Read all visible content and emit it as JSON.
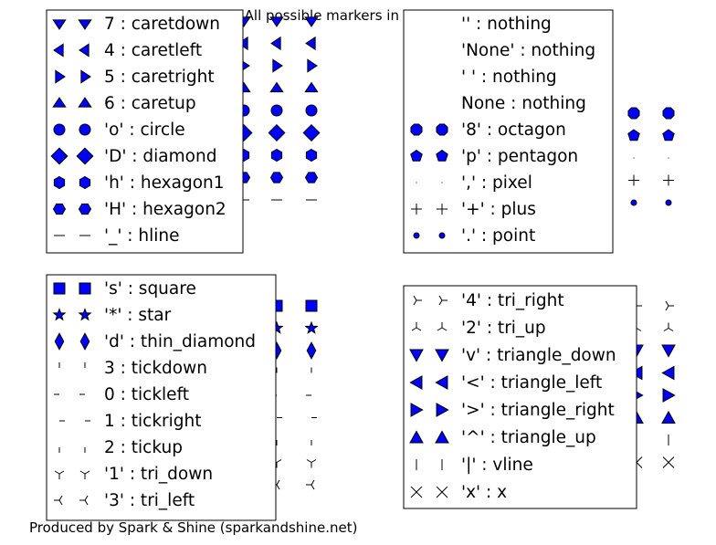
{
  "chart_data": {
    "type": "scatter",
    "title": "All possible markers in Matplotlib",
    "footer": "Produced by Spark & Shine (sparkandshine.net)",
    "marker_fill": "#0000ff",
    "marker_edge": "#000000",
    "panels": [
      {
        "name": "top-left",
        "markers": [
          {
            "key": "caretdown",
            "label": "7 : caretdown"
          },
          {
            "key": "caretleft",
            "label": "4 : caretleft"
          },
          {
            "key": "caretright",
            "label": "5 : caretright"
          },
          {
            "key": "caretup",
            "label": "6 : caretup"
          },
          {
            "key": "circle",
            "label": "'o' : circle"
          },
          {
            "key": "diamond",
            "label": "'D' : diamond"
          },
          {
            "key": "hexagon1",
            "label": "'h' : hexagon1"
          },
          {
            "key": "hexagon2",
            "label": "'H' : hexagon2"
          },
          {
            "key": "hline",
            "label": "'_' : hline"
          }
        ]
      },
      {
        "name": "top-right",
        "markers": [
          {
            "key": "nothing",
            "label": "'' : nothing"
          },
          {
            "key": "nothing",
            "label": "'None' : nothing"
          },
          {
            "key": "nothing",
            "label": "' ' : nothing"
          },
          {
            "key": "nothing",
            "label": "None : nothing"
          },
          {
            "key": "octagon",
            "label": "'8' : octagon"
          },
          {
            "key": "pentagon",
            "label": "'p' : pentagon"
          },
          {
            "key": "pixel",
            "label": "',' : pixel"
          },
          {
            "key": "plus",
            "label": "'+' : plus"
          },
          {
            "key": "point",
            "label": "'.' : point"
          }
        ]
      },
      {
        "name": "bottom-left",
        "markers": [
          {
            "key": "square",
            "label": "'s' : square"
          },
          {
            "key": "star",
            "label": "'*' : star"
          },
          {
            "key": "thin_diamond",
            "label": "'d' : thin_diamond"
          },
          {
            "key": "tickdown",
            "label": "3 : tickdown"
          },
          {
            "key": "tickleft",
            "label": "0 : tickleft"
          },
          {
            "key": "tickright",
            "label": "1 : tickright"
          },
          {
            "key": "tickup",
            "label": "2 : tickup"
          },
          {
            "key": "tri_down",
            "label": "'1' : tri_down"
          },
          {
            "key": "tri_left",
            "label": "'3' : tri_left"
          }
        ]
      },
      {
        "name": "bottom-right",
        "markers": [
          {
            "key": "tri_right",
            "label": "'4' : tri_right"
          },
          {
            "key": "tri_up",
            "label": "'2' : tri_up"
          },
          {
            "key": "triangle_down",
            "label": "'v' : triangle_down"
          },
          {
            "key": "triangle_left",
            "label": "'<' : triangle_left"
          },
          {
            "key": "triangle_right",
            "label": "'>' : triangle_right"
          },
          {
            "key": "triangle_up",
            "label": "'^' : triangle_up"
          },
          {
            "key": "vline",
            "label": "'|' : vline"
          },
          {
            "key": "x",
            "label": "'x' : x"
          }
        ]
      }
    ]
  }
}
